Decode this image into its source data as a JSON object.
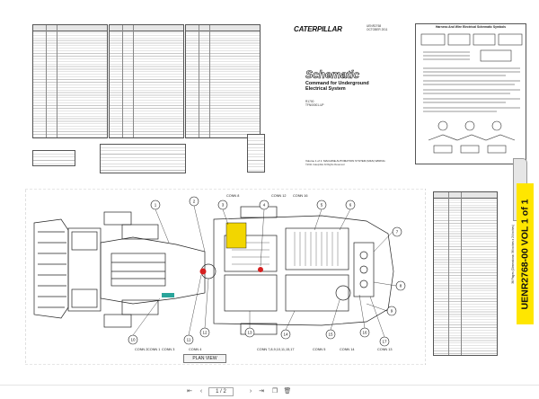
{
  "document": {
    "brand": "CATERPILLAR",
    "meta_lines": [
      "UENR2768",
      "OCTOBER 2011"
    ],
    "schematic_word": "Schematic",
    "title": "Command for Underground Electrical System",
    "model": "R1700",
    "serial_prefix": "TFN00001-UP",
    "volume_line": "Volume 1 of 1: MACHINE AUTOMATION SYSTEM (M&S) WIRING",
    "copyright": "©2011 Caterpillar  All Rights Reserved",
    "symbols_title": "Harness And Wire Electrical Schematic Symbols",
    "plan_view": "PLAN VIEW",
    "side_tab": "UENR2768-00 VOL 1 of 1",
    "side_tab_sub": "36 Pages (Dimensions: 36 inches x 24 inches)"
  },
  "diagram": {
    "connectors": {
      "conn8": "CONN 8",
      "conn12": "CONN 12",
      "conn16": "CONN 16",
      "conn2": "CONN 2",
      "conn1": "CONN 1",
      "conn3": "CONN 3",
      "conn4": "CONN 4",
      "conn7": "CONN 7,8,9,10,11,15,17",
      "conn5": "CONN 5",
      "conn14": "CONN 14",
      "conn13": "CONN 13"
    },
    "callouts": {
      "n1": "1",
      "n2": "2",
      "n3": "3",
      "n4": "4",
      "n5": "5",
      "n6": "6",
      "n7": "7",
      "n8": "8",
      "n9": "9",
      "n10": "10",
      "n11": "11",
      "n12": "12",
      "n13": "13",
      "n14": "14",
      "n15": "15",
      "n16": "16",
      "n17": "17"
    }
  },
  "viewer": {
    "page_value": "1 / 2",
    "page_total": "",
    "icons": {
      "first": "first-page-icon",
      "prev": "previous-page-icon",
      "next": "next-page-icon",
      "last": "last-page-icon",
      "copy": "copy-icon",
      "delete": "delete-icon"
    }
  },
  "colors": {
    "tab_yellow": "#ffe600",
    "highlight_yellow": "#f2d600",
    "red_marker": "#d62020",
    "teal_marker": "#2aa59b"
  }
}
